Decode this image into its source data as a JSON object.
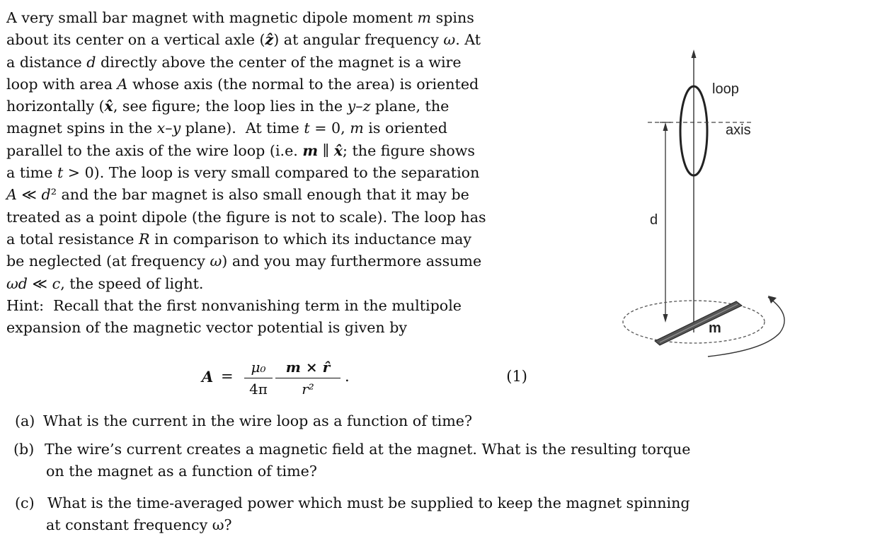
{
  "problem": {
    "lines": [
      [
        "A very small bar magnet with magnetic dipole moment ",
        "m",
        " spins"
      ],
      [
        "about its center on a vertical axle (",
        "ẑ",
        ") at angular frequency ",
        "ω",
        ". At"
      ],
      [
        "a distance ",
        "d",
        " directly above the center of the magnet is a wire"
      ],
      [
        "loop with area ",
        "A",
        " whose axis (the normal to the area) is oriented"
      ],
      [
        "horizontally (",
        "x̂",
        ", see figure; the loop lies in the ",
        "y–z",
        " plane, the"
      ],
      [
        "magnet spins in the ",
        "x–y",
        " plane).  At time ",
        "t",
        " = 0, ",
        "m",
        " is oriented"
      ],
      [
        "parallel to the axis of the wire loop (i.e. ",
        "m",
        " ∥ ",
        "x̂",
        "; the figure shows"
      ],
      [
        "a time ",
        "t",
        " > 0). The loop is very small compared to the separation"
      ],
      [
        "",
        "A",
        " ≪ ",
        "d",
        "² and the bar magnet is also small enough that it may be"
      ],
      [
        "treated as a point dipole (the figure is not to scale). The loop has"
      ],
      [
        "a total resistance ",
        "R",
        " in comparison to which its inductance may"
      ],
      [
        "be neglected (at frequency ",
        "ω",
        ") and you may furthermore assume"
      ],
      [
        "",
        "ωd",
        " ≪ ",
        "c",
        ", the speed of light."
      ],
      [
        "Hint:  Recall that the first nonvanishing term in the multipole"
      ],
      [
        "expansion of the magnetic vector potential is given by"
      ]
    ]
  },
  "equation": {
    "lhs": "A",
    "equals": "=",
    "frac1_num": "μ₀",
    "frac1_den": "4π",
    "frac2_num": "m × r̂",
    "frac2_den": "r²",
    "period": ".",
    "number": "(1)"
  },
  "questions": [
    {
      "label": "(a)",
      "lines": [
        "What is the current in the wire loop as a function of time?"
      ]
    },
    {
      "label": "(b)",
      "lines": [
        "The wire’s current creates a magnetic field at the magnet. What is the resulting torque",
        "on the magnet as a function of time?"
      ]
    },
    {
      "label": "(c)",
      "lines": [
        "What is the time-averaged power which must be supplied to keep the magnet spinning",
        "at constant frequency ω?"
      ]
    }
  ],
  "figure": {
    "label_loop": "loop",
    "label_axis": "axis",
    "label_d": "d",
    "label_m": "m"
  }
}
